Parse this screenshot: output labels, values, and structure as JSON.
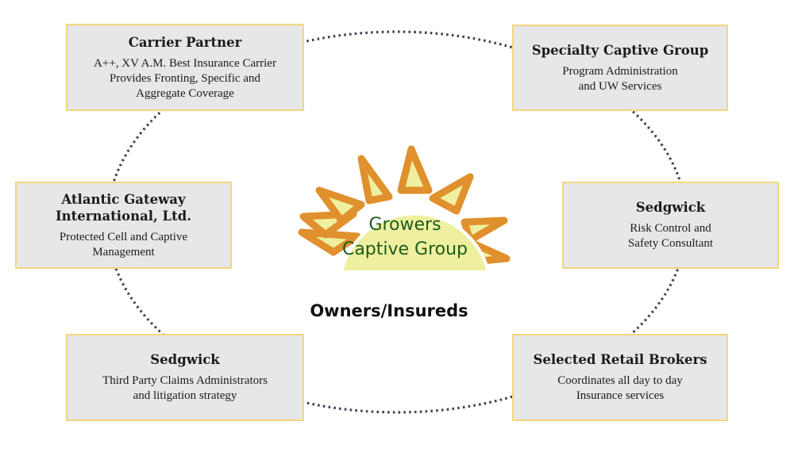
{
  "diagram": {
    "center": {
      "logo_line1": "Growers",
      "logo_line2": "Captive Group",
      "label": "Owners/Insureds"
    },
    "nodes": [
      {
        "id": "carrier",
        "title": "Carrier Partner",
        "lines": [
          "A++, XV A.M. Best Insurance Carrier",
          "Provides Fronting, Specific and",
          "Aggregate Coverage"
        ]
      },
      {
        "id": "specialty",
        "title": "Specialty Captive Group",
        "lines": [
          "Program Administration",
          "and UW Services"
        ]
      },
      {
        "id": "atlantic",
        "title_lines": [
          "Atlantic Gateway",
          "International, Ltd."
        ],
        "lines": [
          "Protected Cell and Captive",
          "Management"
        ]
      },
      {
        "id": "sedgwick-risk",
        "title": "Sedgwick",
        "lines": [
          "Risk Control and",
          "Safety Consultant"
        ]
      },
      {
        "id": "sedgwick-tpa",
        "title": "Sedgwick",
        "lines": [
          "Third Party Claims Administrators",
          "and litigation strategy"
        ]
      },
      {
        "id": "brokers",
        "title": "Selected Retail Brokers",
        "lines": [
          "Coordinates all day to day",
          "Insurance services"
        ]
      }
    ],
    "connector_style": "dotted ellipse",
    "colors": {
      "box_fill": "#e7e6e8",
      "box_border": "#f2d77a",
      "connector": "#3d4553",
      "sun_rays": "#e0902c",
      "sun_fill": "#eef0a0",
      "logo_text": "#1e5b1c"
    }
  }
}
